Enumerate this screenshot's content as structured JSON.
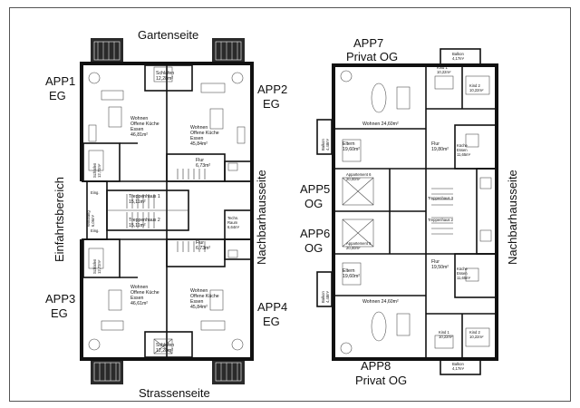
{
  "labels": {
    "garden": "Gartenseite",
    "street": "Strassenseite",
    "entrance": "Einfahrtsbereich",
    "neighbor_left": "Nachbarhausseite",
    "neighbor_right": "Nachbarhausseite",
    "app1": [
      "APP1",
      "EG"
    ],
    "app2": [
      "APP2",
      "EG"
    ],
    "app3": [
      "APP3",
      "EG"
    ],
    "app4": [
      "APP4",
      "EG"
    ],
    "app5": [
      "APP5",
      "OG"
    ],
    "app6": [
      "APP6",
      "OG"
    ],
    "app7": [
      "APP7",
      "Privat OG"
    ],
    "app8": [
      "APP8",
      "Privat OG"
    ]
  },
  "rooms_eg": {
    "schlafen_top": [
      "Schlafen",
      "12,28m²"
    ],
    "app1_living": [
      "Wohnen",
      "Offene Küche",
      "Essen",
      "46,81m²"
    ],
    "app2_living": [
      "Wohnen",
      "Offene Küche",
      "Essen",
      "45,84m²"
    ],
    "app1_schlafen": [
      "Schlafen",
      "12,72m²"
    ],
    "flur_top": [
      "Flur",
      "6,73m²"
    ],
    "treppenhaus1": [
      "Treppenhaus 1",
      "15,11m²"
    ],
    "treppenhaus2": [
      "Treppenhaus 2",
      "15,11m²"
    ],
    "eing1": "Eing.",
    "eing2": "Eing.",
    "windfang": [
      "Windfang",
      "6,06m²"
    ],
    "techn": [
      "Techn.",
      "Raum",
      "6,64m²"
    ],
    "flur_bottom": [
      "Flur",
      "6,73m²"
    ],
    "app3_schlafen": [
      "Schlafen",
      "12,72m²"
    ],
    "app3_living": [
      "Wohnen",
      "Offene Küche",
      "Essen",
      "46,61m²"
    ],
    "app4_living": [
      "Wohnen",
      "Offene Küche",
      "Essen",
      "45,84m²"
    ],
    "schlafen_bottom": [
      "Schlafen",
      "12,28m²"
    ]
  },
  "rooms_og": {
    "balkon_top": [
      "Balkon",
      "4,17m²"
    ],
    "kind1_top": [
      "Kind 1",
      "10,22m²"
    ],
    "kind2_top": [
      "Kind 2",
      "10,22m²"
    ],
    "wohnen_top": "Wohnen 24,60m²",
    "balkon_left_top": [
      "Balkon",
      "4,48m²"
    ],
    "eltern_top": [
      "Eltern",
      "19,60m²"
    ],
    "flur_top": [
      "Flur",
      "19,80m²"
    ],
    "kueche_top": [
      "Küche",
      "Essen",
      "11,65m²"
    ],
    "appt6": [
      "Appartement 6",
      "20,00m²"
    ],
    "appt5": [
      "Appartement 5",
      "20,00m²"
    ],
    "treppe_top": "Treppenhaus 3",
    "treppe_bottom": "Treppenhaus 2",
    "eltern_bottom": [
      "Eltern",
      "19,60m²"
    ],
    "flur_bottom": [
      "Flur",
      "19,50m²"
    ],
    "kueche_bottom": [
      "Küche",
      "Essen",
      "11,65m²"
    ],
    "balkon_left_bottom": [
      "Balkon",
      "4,48m²"
    ],
    "wohnen_bottom": "Wohnen 24,60m²",
    "kind1_bottom": [
      "Kind 1",
      "10,22m²"
    ],
    "kind2_bottom": [
      "Kind 2",
      "10,22m²"
    ],
    "balkon_bottom": [
      "Balkon",
      "4,17m²"
    ]
  }
}
